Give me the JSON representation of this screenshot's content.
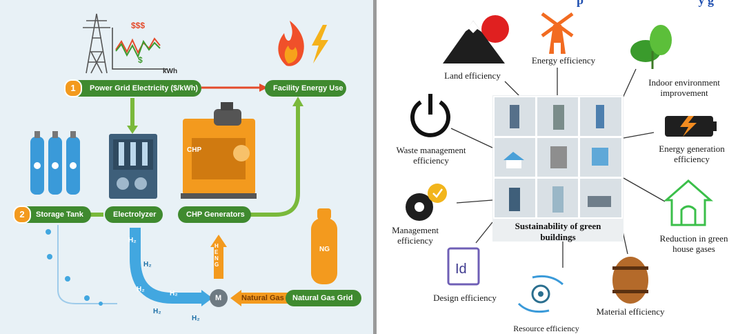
{
  "left_diagram": {
    "price_high": "$$$",
    "price_low": "$",
    "price_unit": "kWh",
    "step1_number": "1",
    "step1_label": "Power Grid Electricity ($/kWh)",
    "step2_number": "2",
    "step2_label": "Storage Tank",
    "facility": "Facility Energy Use",
    "electrolyzer": "Electrolyzer",
    "chp_generators": "CHP Generators",
    "chp_badge": "CHP",
    "natural_gas_grid": "Natural Gas Grid",
    "natural_gas": "Natural Gas",
    "heng": "HENG",
    "mixer": "M",
    "ng_tank": "NG",
    "h2": "H₂",
    "colors": {
      "pipe": "#7ab93b",
      "pill": "#3f8a2f",
      "number": "#f39a1e",
      "hydrogen": "#42a7e0",
      "gas": "#f39a1e",
      "power": "#e44b2b"
    }
  },
  "right_diagram": {
    "partial_title": "p                                     y g",
    "center_label": "Sustainability of green buildings",
    "items": [
      {
        "label": "Land efficiency",
        "icon": "mountain-icon"
      },
      {
        "label": "Energy efficiency",
        "icon": "windmill-icon"
      },
      {
        "label": "Indoor environment improvement",
        "icon": "plant-icon"
      },
      {
        "label": "Energy generation efficiency",
        "icon": "battery-icon"
      },
      {
        "label": "Reduction in green house gases",
        "icon": "house-icon"
      },
      {
        "label": "Material efficiency",
        "icon": "barrel-icon"
      },
      {
        "label": "Resource efficiency",
        "icon": "gear-hands-icon"
      },
      {
        "label": "Design efficiency",
        "icon": "id-document-icon"
      },
      {
        "label": "Management efficiency",
        "icon": "gears-icon"
      },
      {
        "label": "Waste management efficiency",
        "icon": "power-icon"
      }
    ]
  }
}
